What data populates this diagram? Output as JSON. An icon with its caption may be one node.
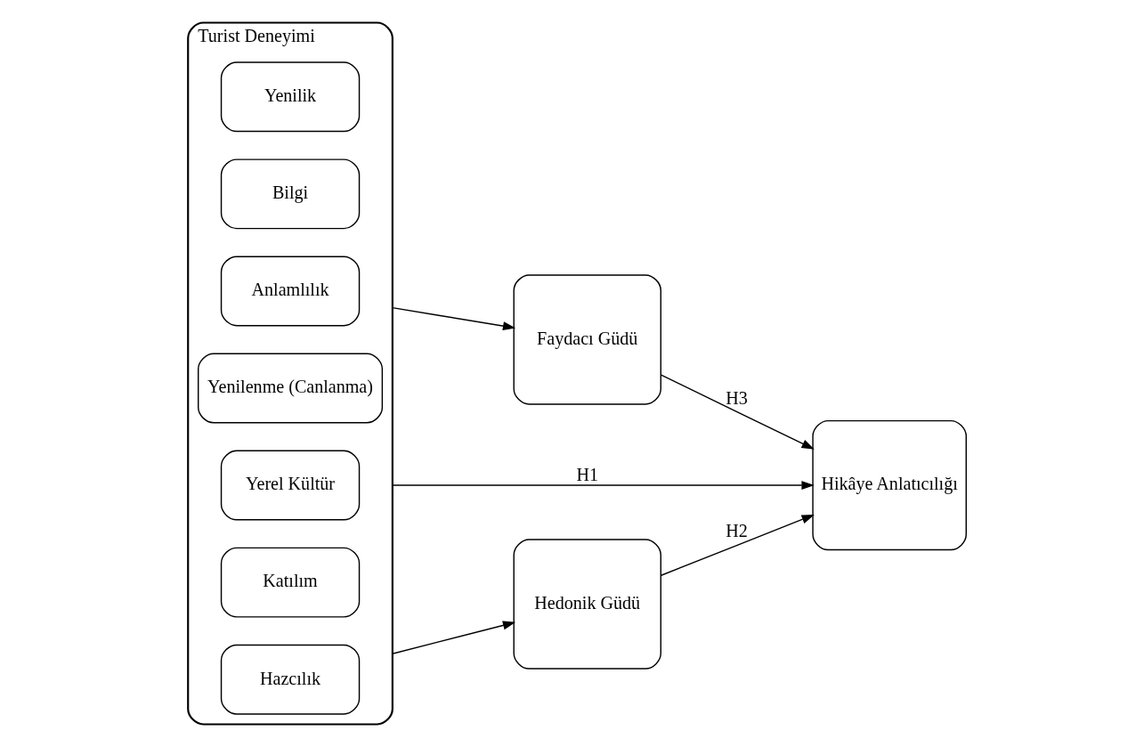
{
  "diagram": {
    "nodes": [
      {
        "text": [
          "Turist Deneyimi"
        ]
      },
      {
        "text": [
          "Hazcılık"
        ],
        "in": 0
      },
      {
        "text": [
          "Katılım"
        ],
        "in": 0
      },
      {
        "text": [
          "Yerel Kültür"
        ],
        "in": 0
      },
      {
        "text": [
          "Yenilenme (Canlanma)"
        ],
        "in": 0
      },
      {
        "text": [
          "Anlamlılık"
        ],
        "in": 0
      },
      {
        "text": [
          "Bilgi"
        ],
        "in": 0
      },
      {
        "text": [
          "Yenilik"
        ],
        "in": 0
      },
      {
        "text": [
          "Hedonik Güdü"
        ]
      },
      {
        "text": [
          "Faydacı Güdü"
        ]
      },
      {
        "text": [
          "Hikâye Anlatıcılığı"
        ]
      }
    ],
    "edges": [
      {
        "from": 0,
        "to": 8,
        "arrow": "to"
      },
      {
        "from": 0,
        "to": 10,
        "arrow": "to",
        "label": "H1"
      },
      {
        "from": 0,
        "to": 9,
        "arrow": "to"
      },
      {
        "from": 8,
        "to": 10,
        "arrow": "to",
        "label": "H2"
      },
      {
        "from": 9,
        "to": 10,
        "arrow": "to",
        "label": "H3"
      }
    ]
  }
}
